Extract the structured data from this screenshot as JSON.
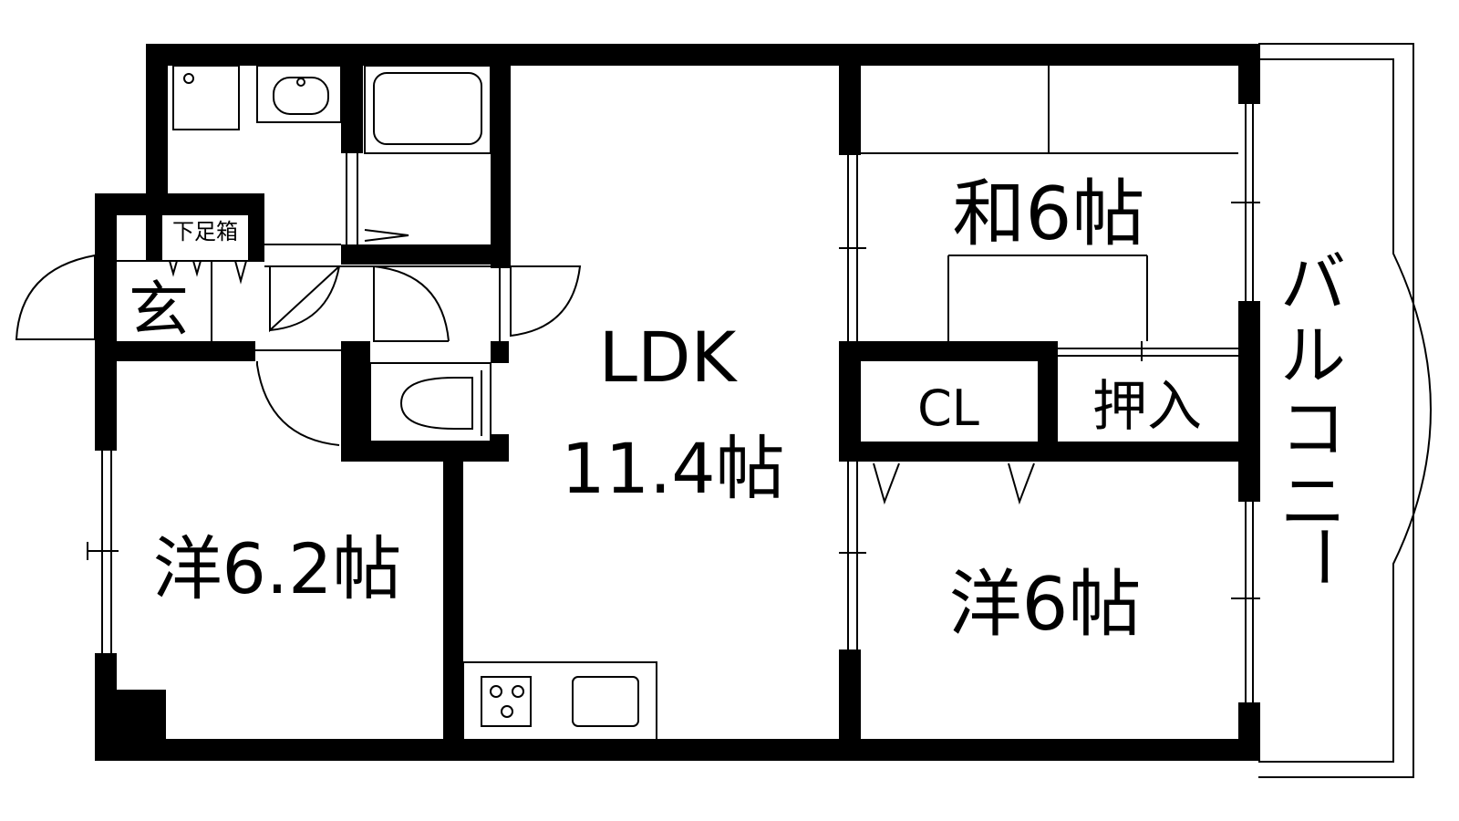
{
  "floor_plan": {
    "rooms": {
      "ldk_name": "LDK",
      "ldk_size": "11.4帖",
      "washitsu": "和6帖",
      "yoshitsu_west": "洋6.2帖",
      "yoshitsu_east": "洋6帖",
      "closet": "CL",
      "oshiire": "押入",
      "genkan": "玄",
      "getabako": "下足箱",
      "balcony_chars": [
        "バ",
        "ル",
        "コ",
        "ニ",
        "ー"
      ]
    },
    "colors": {
      "wall": "#000000",
      "line": "#000000",
      "background": "#ffffff"
    }
  }
}
